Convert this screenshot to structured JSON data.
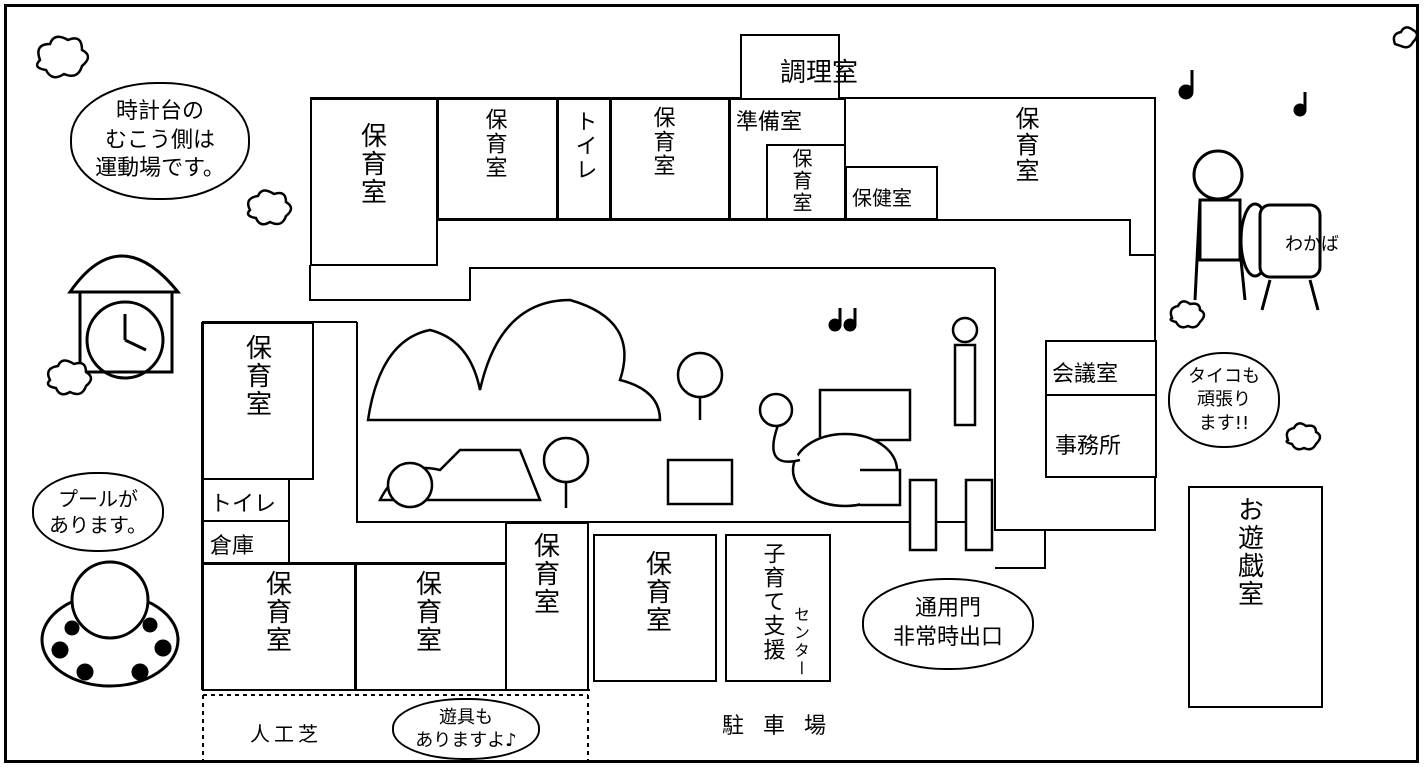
{
  "rooms": {
    "chori": "調理室",
    "hoiku": "保育室",
    "toilet": "トイレ",
    "junbi": "準備室",
    "hoken": "保健室",
    "kaigi": "会議室",
    "jimu": "事務所",
    "soko": "倉庫",
    "kosodate": "子育て支援",
    "center": "センター",
    "oyugi": "お遊戯室"
  },
  "areas": {
    "parking": "駐 車 場",
    "turf": "人工芝"
  },
  "bubbles": {
    "clock_line1": "時計台の",
    "clock_line2": "むこう側は",
    "clock_line3": "運動場です。",
    "pool_line1": "プールが",
    "pool_line2": "あります。",
    "toys_line1": "遊具も",
    "toys_line2": "ありますよ♪",
    "taiko_line1": "タイコも",
    "taiko_line2": "頑張り",
    "taiko_line3": "ます!!",
    "gate_line1": "通用門",
    "gate_line2": "非常時出口"
  },
  "drum_text": "わかば",
  "icons": [
    "clock-tower-icon",
    "drum-kid-icon",
    "ladybug-icon",
    "music-note-icon",
    "flower-icon",
    "playground-icon",
    "elephant-icon"
  ]
}
